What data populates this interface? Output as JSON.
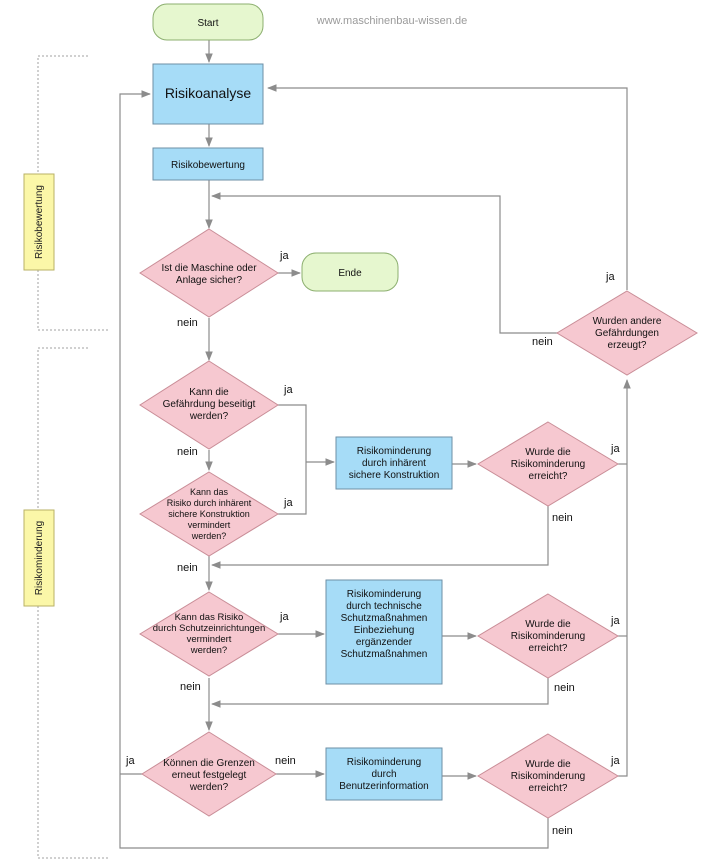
{
  "watermark": "www.maschinenbau-wissen.de",
  "side_labels": {
    "bewertung": "Risikobewertung",
    "minderung": "Risikominderung"
  },
  "nodes": {
    "start": "Start",
    "analyse": "Risikoanalyse",
    "bewertung": "Risikobewertung",
    "sicher": [
      "Ist die Maschine oder",
      "Anlage sicher?"
    ],
    "ende": "Ende",
    "gefaehrdungen": [
      "Wurden andere",
      "Gefährdungen",
      "erzeugt?"
    ],
    "beseitigt": [
      "Kann die",
      "Gefährdung beseitigt",
      "werden?"
    ],
    "vermindert": [
      "Kann das",
      "Risiko durch inhärent",
      "sichere Konstruktion",
      "vermindert",
      "werden?"
    ],
    "inhaerent": [
      "Risikominderung",
      "durch inhärent",
      "sichere Konstruktion"
    ],
    "erreicht1": [
      "Wurde die",
      "Risikominderung",
      "erreicht?"
    ],
    "schutz": [
      "Kann das Risiko",
      "durch Schutzeinrichtungen",
      "vermindert",
      "werden?"
    ],
    "technisch": [
      "Risikominderung",
      "durch technische",
      "Schutzmaßnahmen",
      "",
      "Einbeziehung",
      "ergänzender",
      "Schutzmaßnahmen"
    ],
    "erreicht2": [
      "Wurde die",
      "Risikominderung",
      "erreicht?"
    ],
    "grenzen": [
      "Können die Grenzen",
      "erneut festgelegt",
      "werden?"
    ],
    "benutzer": [
      "Risikominderung",
      "durch",
      "Benutzerinformation"
    ],
    "erreicht3": [
      "Wurde die",
      "Risikominderung",
      "erreicht?"
    ]
  },
  "edge_labels": {
    "ja": "ja",
    "nein": "nein"
  }
}
